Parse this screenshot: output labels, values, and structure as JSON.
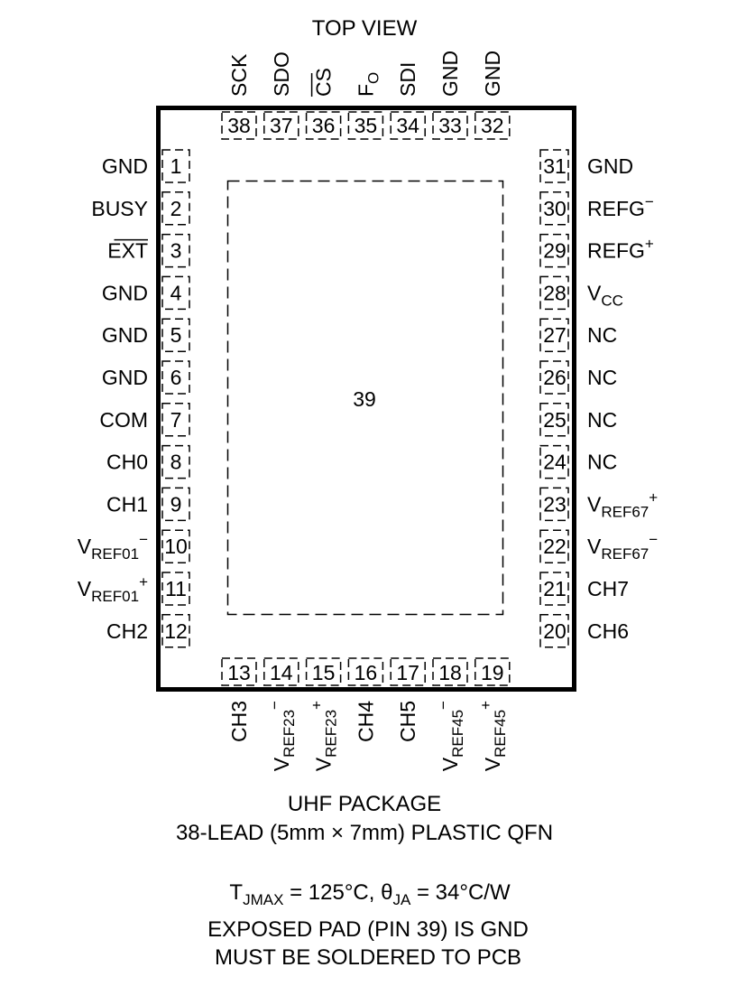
{
  "top_view": "TOP VIEW",
  "package": {
    "line1": "UHF PACKAGE",
    "line2": "38-LEAD (5mm × 7mm) PLASTIC QFN"
  },
  "exposed_pad": {
    "number": "39"
  },
  "pins": {
    "left": [
      {
        "num": "1",
        "name": "GND"
      },
      {
        "num": "2",
        "name": "BUSY"
      },
      {
        "num": "3",
        "name": "EXT",
        "overline": true
      },
      {
        "num": "4",
        "name": "GND"
      },
      {
        "num": "5",
        "name": "GND"
      },
      {
        "num": "6",
        "name": "GND"
      },
      {
        "num": "7",
        "name": "COM"
      },
      {
        "num": "8",
        "name": "CH0"
      },
      {
        "num": "9",
        "name": "CH1"
      },
      {
        "num": "10",
        "name": "V",
        "sub": "REF01",
        "sup": "−"
      },
      {
        "num": "11",
        "name": "V",
        "sub": "REF01",
        "sup": "+"
      },
      {
        "num": "12",
        "name": "CH2"
      }
    ],
    "right": [
      {
        "num": "31",
        "name": "GND"
      },
      {
        "num": "30",
        "name": "REFG",
        "sup": "−"
      },
      {
        "num": "29",
        "name": "REFG",
        "sup": "+"
      },
      {
        "num": "28",
        "name": "V",
        "sub": "CC"
      },
      {
        "num": "27",
        "name": "NC"
      },
      {
        "num": "26",
        "name": "NC"
      },
      {
        "num": "25",
        "name": "NC"
      },
      {
        "num": "24",
        "name": "NC"
      },
      {
        "num": "23",
        "name": "V",
        "sub": "REF67",
        "sup": "+"
      },
      {
        "num": "22",
        "name": "V",
        "sub": "REF67",
        "sup": "−"
      },
      {
        "num": "21",
        "name": "CH7"
      },
      {
        "num": "20",
        "name": "CH6"
      }
    ],
    "top": [
      {
        "num": "38",
        "name": "SCK"
      },
      {
        "num": "37",
        "name": "SDO"
      },
      {
        "num": "36",
        "name": "CS",
        "overline": true
      },
      {
        "num": "35",
        "name": "F",
        "sub": "O"
      },
      {
        "num": "34",
        "name": "SDI"
      },
      {
        "num": "33",
        "name": "GND"
      },
      {
        "num": "32",
        "name": "GND"
      }
    ],
    "bottom": [
      {
        "num": "13",
        "name": "CH3"
      },
      {
        "num": "14",
        "name": "V",
        "sub": "REF23",
        "sup": "−"
      },
      {
        "num": "15",
        "name": "V",
        "sub": "REF23",
        "sup": "+"
      },
      {
        "num": "16",
        "name": "CH4"
      },
      {
        "num": "17",
        "name": "CH5"
      },
      {
        "num": "18",
        "name": "V",
        "sub": "REF45",
        "sup": "−"
      },
      {
        "num": "19",
        "name": "V",
        "sub": "REF45",
        "sup": "+"
      }
    ]
  },
  "thermal": {
    "t": "T",
    "t_sub": "JMAX",
    "t_val": " = 125°C, ",
    "theta": "θ",
    "theta_sub": "JA",
    "theta_val": " = 34°C/W"
  },
  "notes": {
    "line1": "EXPOSED PAD (PIN 39) IS GND",
    "line2": "MUST BE SOLDERED TO PCB"
  }
}
